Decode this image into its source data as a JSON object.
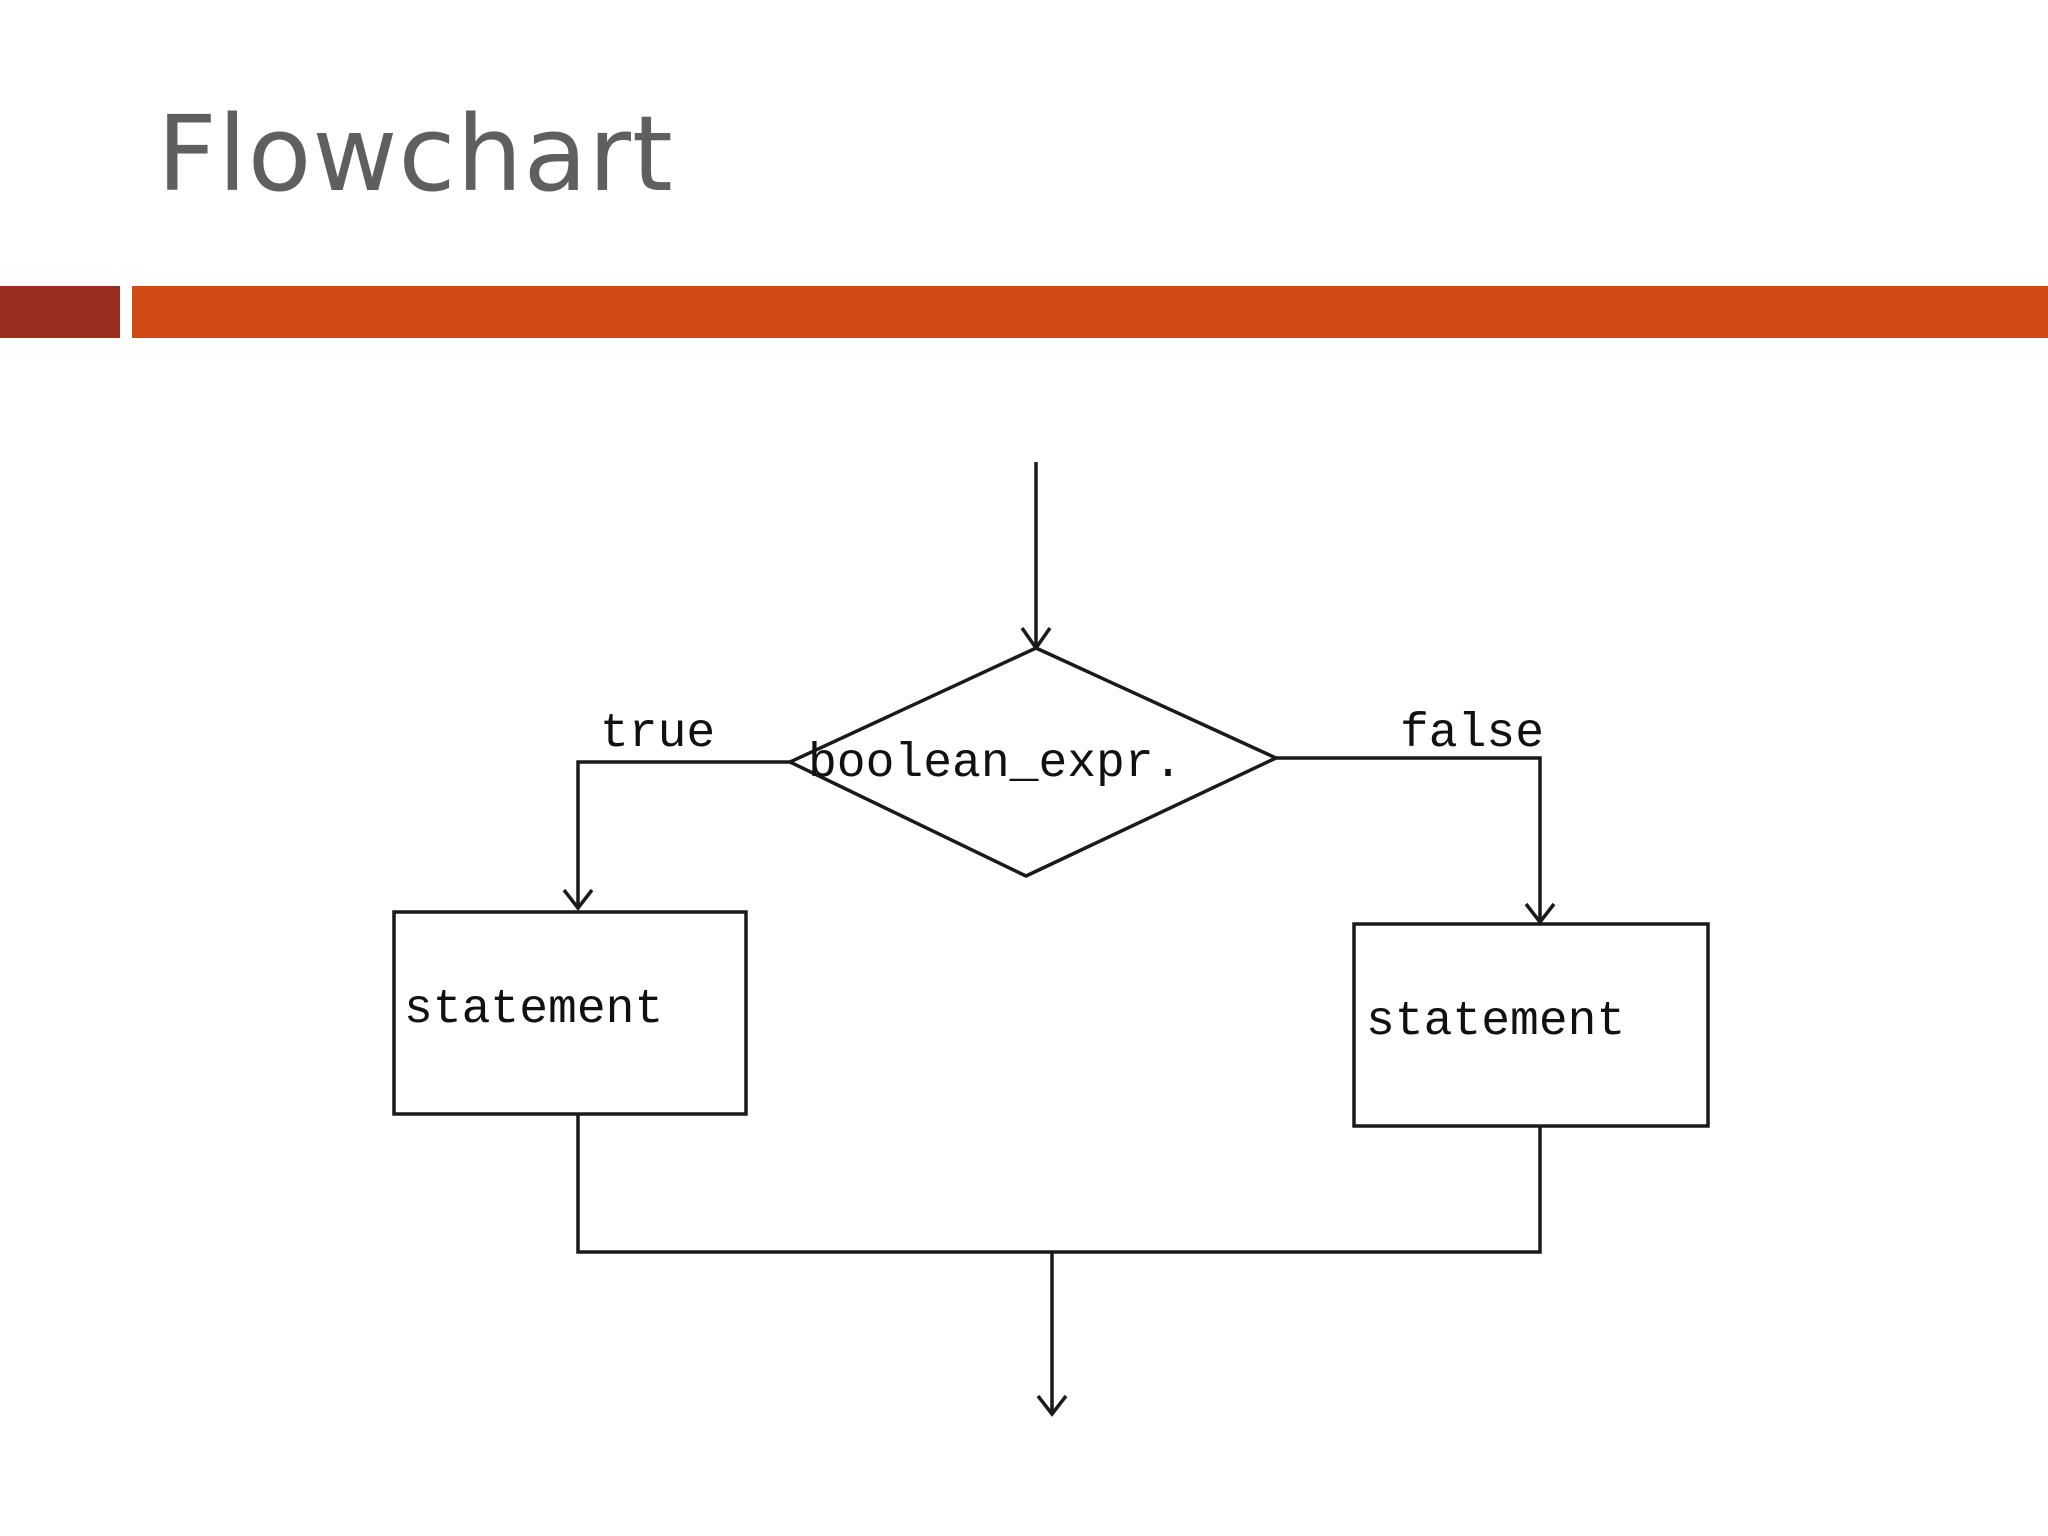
{
  "title": "Flowchart",
  "colors": {
    "title_text": "#5f5f5f",
    "accent_dark": "#9b2d1f",
    "accent_main": "#d14a16"
  },
  "diagram": {
    "decision_label": "boolean_expr.",
    "true_label": "true",
    "false_label": "false",
    "true_statement_label": "statement",
    "false_statement_label": "statement"
  }
}
